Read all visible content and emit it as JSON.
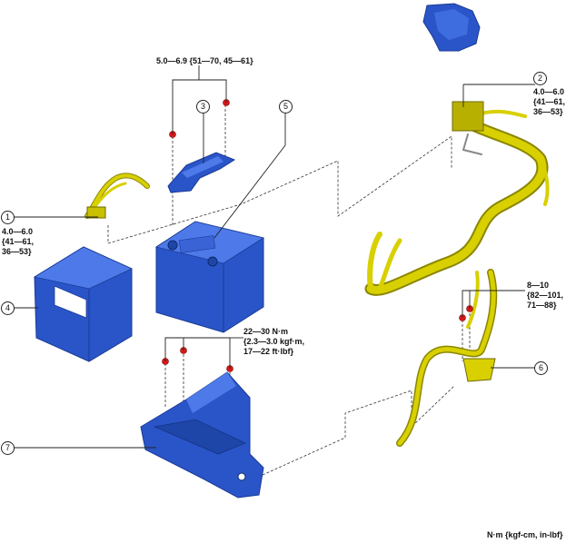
{
  "callouts": [
    {
      "number": "1"
    },
    {
      "number": "2"
    },
    {
      "number": "3"
    },
    {
      "number": "4"
    },
    {
      "number": "5"
    },
    {
      "number": "6"
    },
    {
      "number": "7"
    }
  ],
  "torques": {
    "t1": [
      "4.0—6.0",
      "{41—61,",
      "36—53}"
    ],
    "t2": [
      "4.0—6.0",
      "{41—61,",
      "36—53}"
    ],
    "t3": [
      "5.0—6.9 {51—70, 45—61}"
    ],
    "t6": [
      "8—10",
      "{82—101,",
      "71—88}"
    ],
    "t7": [
      "22—30 N·m",
      "{2.3—3.0 kgf·m,",
      "17—22 ft·lbf}"
    ]
  },
  "units_note": "N·m {kgf-cm, in-lbf}",
  "colors": {
    "part_blue": "#2a55c8",
    "part_blue_dark": "#1a3a95",
    "harness_yellow": "#d8d000",
    "harness_dark": "#8a8600",
    "bolt_red": "#d81818"
  }
}
